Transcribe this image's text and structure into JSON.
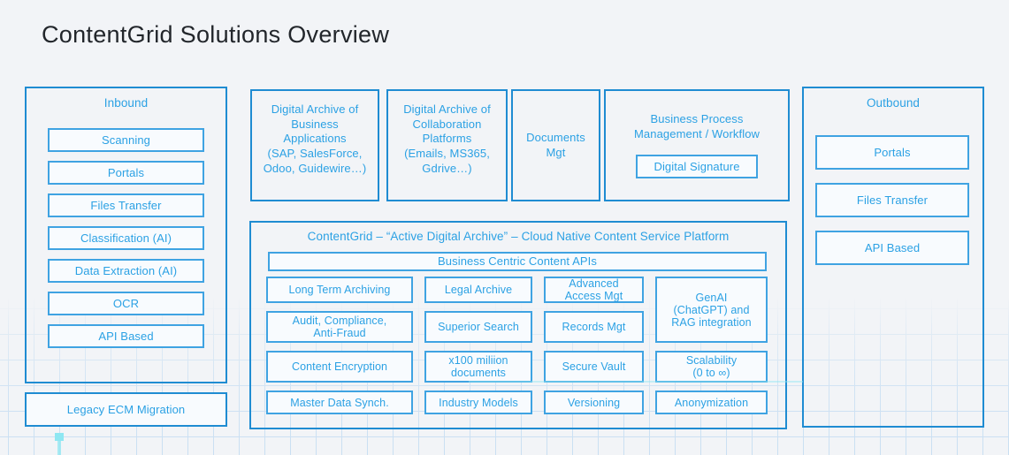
{
  "page": {
    "title": "ContentGrid Solutions Overview"
  },
  "colors": {
    "canvas_bg": "#f2f4f7",
    "container_border": "#1f8cd2",
    "box_border": "#3fa3e2",
    "box_fill": "#f8fbfe",
    "label_blue": "#2ba1e4",
    "title_text": "#22262b",
    "grid_line": "#c9dff2",
    "handle_cyan": "#8ee7f2"
  },
  "inbound": {
    "label": "Inbound",
    "items": [
      "Scanning",
      "Portals",
      "Files Transfer",
      "Classification (AI)",
      "Data Extraction (AI)",
      "OCR",
      "API Based"
    ]
  },
  "legacy_migration": {
    "label": "Legacy ECM Migration"
  },
  "top_row": {
    "business_apps": "Digital Archive of\nBusiness\nApplications\n(SAP, SalesForce,\nOdoo, Guidewire…)",
    "collaboration": "Digital Archive of\nCollaboration\nPlatforms\n(Emails, MS365,\nGdrive…)",
    "documents_mgt": "Documents\nMgt",
    "bpm": "Business Process\nManagement / Workflow",
    "digital_signature": "Digital Signature"
  },
  "platform": {
    "title": "ContentGrid – “Active Digital Archive” – Cloud Native Content Service Platform",
    "apis_label": "Business Centric Content APIs",
    "features": [
      "Long Term Archiving",
      "Legal Archive",
      "Advanced\nAccess Mgt",
      "GenAI\n(ChatGPT) and\nRAG integration",
      "Audit, Compliance,\nAnti-Fraud",
      "Superior Search",
      "Records Mgt",
      "Content Encryption",
      "x100 miliion\ndocuments",
      "Secure Vault",
      "Scalability\n(0 to ∞)",
      "Master Data Synch.",
      "Industry Models",
      "Versioning",
      "Anonymization"
    ]
  },
  "outbound": {
    "label": "Outbound",
    "items": [
      "Portals",
      "Files Transfer",
      "API Based"
    ]
  }
}
